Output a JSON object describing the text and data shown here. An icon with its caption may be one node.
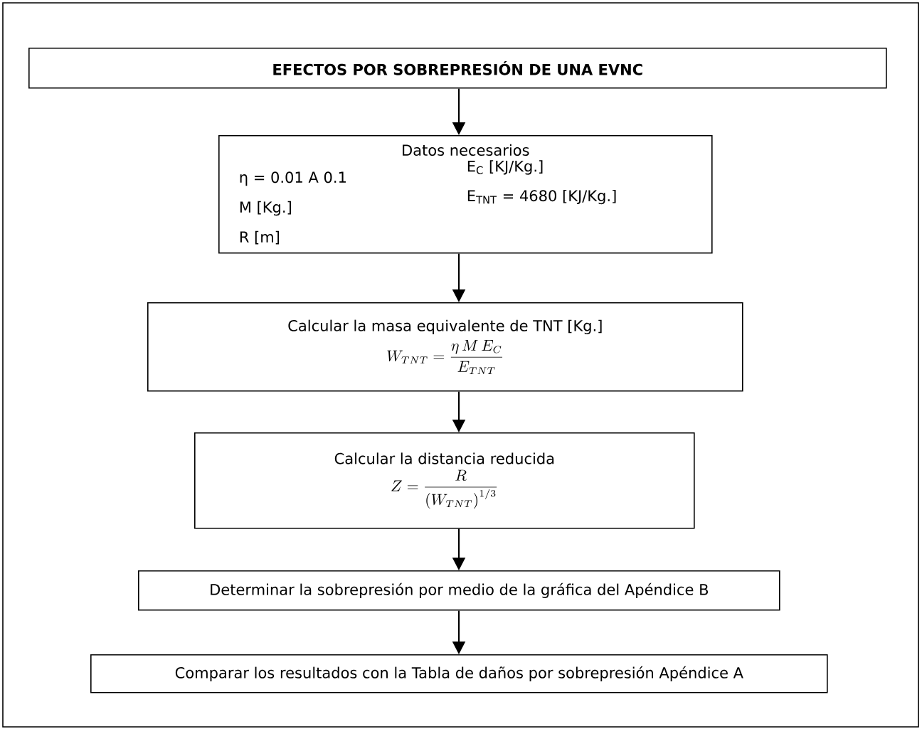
{
  "diagram": {
    "nodes": [
      {
        "text": [
          "EFECTOS POR SOBREPRESIÓN DE UNA EVNC"
        ]
      },
      {
        "text": [
          "Datos necesarios",
          "η = 0.01 A 0.1",
          "E$_{C}$ [KJ/Kg.]",
          "M [Kg.]",
          "E$_{TNT}$ = 4680 [KJ/Kg.]",
          "R [m]"
        ]
      },
      {
        "text": [
          "Calcular la masa equivalente de TNT [Kg.]",
          "W_{TNT} = \\frac{\\eta\\, M\\, E_C}{E_{TNT}}"
        ]
      },
      {
        "text": [
          "Calcular la distancia reducida",
          "Z = \\frac{R}{\\left(W_{TNT}\\right)^{1/3}}"
        ]
      },
      {
        "text": [
          "Determinar la sobrepresión por medio de la gráfica del Apéndice B"
        ]
      },
      {
        "text": [
          "Comparar los resultados con la Tabla de daños por sobrepresión Apéndice A"
        ]
      }
    ],
    "edges": [
      {
        "from": 0,
        "to": 1,
        "arrow": "to"
      },
      {
        "from": 1,
        "to": 2,
        "arrow": "to"
      },
      {
        "from": 2,
        "to": 3,
        "arrow": "to"
      },
      {
        "from": 3,
        "to": 4,
        "arrow": "to"
      },
      {
        "from": 4,
        "to": 5,
        "arrow": "to"
      }
    ]
  }
}
